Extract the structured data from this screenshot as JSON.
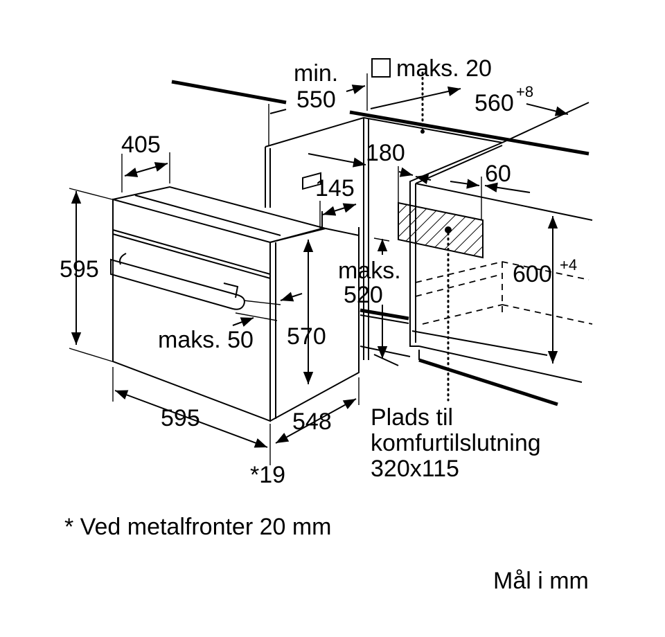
{
  "labels": {
    "min": "min.",
    "d550": "550",
    "maks20": "maks. 20",
    "d560": "560",
    "d560_tol": "+8",
    "d405": "405",
    "d180": "180",
    "d60": "60",
    "d145": "145",
    "d595_h": "595",
    "maks_top": "maks.",
    "d520": "520",
    "d600": "600",
    "d600_tol": "+4",
    "maks50": "maks. 50",
    "d570": "570",
    "d595_w": "595",
    "d548": "548",
    "d19": "*19",
    "plads1": "Plads til",
    "plads2": "komfurtilslutning",
    "plads3": "320x115"
  },
  "footnote": "* Ved metalfronter 20 mm",
  "units": "Mål i mm"
}
